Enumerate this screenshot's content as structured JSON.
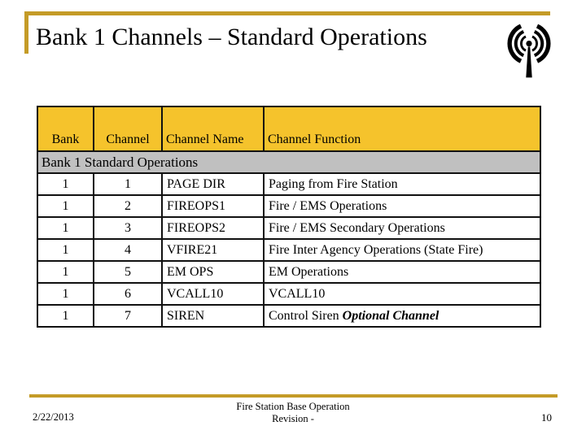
{
  "slide": {
    "title": "Bank 1 Channels – Standard Operations",
    "accent_color": "#C49B27",
    "header_bg_color": "#F5C32C",
    "section_bg_color": "#C0C0C0"
  },
  "icons": {
    "antenna": "radio-antenna-icon"
  },
  "table": {
    "columns": [
      "Bank",
      "Channel",
      "Channel Name",
      "Channel Function"
    ],
    "section_header": "Bank 1 Standard Operations",
    "rows": [
      {
        "bank": "1",
        "channel": "1",
        "name": "PAGE DIR",
        "function": "Paging from Fire Station",
        "function_em": ""
      },
      {
        "bank": "1",
        "channel": "2",
        "name": "FIREOPS1",
        "function": "Fire / EMS Operations",
        "function_em": ""
      },
      {
        "bank": "1",
        "channel": "3",
        "name": "FIREOPS2",
        "function": "Fire / EMS Secondary Operations",
        "function_em": ""
      },
      {
        "bank": "1",
        "channel": "4",
        "name": "VFIRE21",
        "function": "Fire Inter Agency Operations (State Fire)",
        "function_em": ""
      },
      {
        "bank": "1",
        "channel": "5",
        "name": "EM OPS",
        "function": "EM Operations",
        "function_em": ""
      },
      {
        "bank": "1",
        "channel": "6",
        "name": "VCALL10",
        "function": "VCALL10",
        "function_em": ""
      },
      {
        "bank": "1",
        "channel": "7",
        "name": "SIREN",
        "function": "Control Siren ",
        "function_em": "Optional Channel"
      }
    ]
  },
  "footer": {
    "date": "2/22/2013",
    "center_line1": "Fire Station Base Operation",
    "center_line2": "Revision -",
    "page_number": "10"
  }
}
